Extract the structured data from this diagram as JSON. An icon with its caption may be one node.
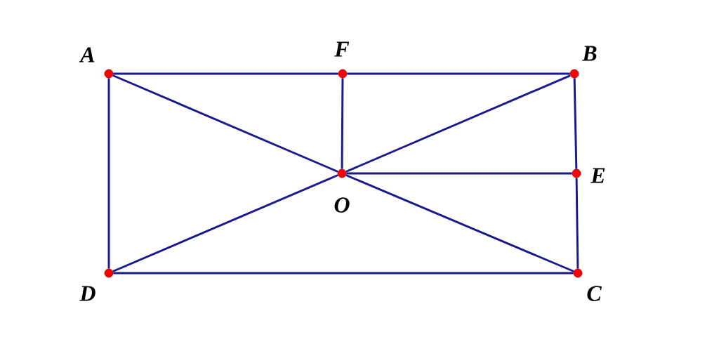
{
  "diagram": {
    "nodes": [
      {
        "text": [],
        "shape": "circle",
        "beside": [
          "A"
        ]
      },
      {
        "text": [],
        "shape": "circle",
        "beside": [
          "F"
        ]
      },
      {
        "text": [],
        "shape": "circle",
        "beside": [
          "B"
        ]
      },
      {
        "text": [],
        "shape": "circle",
        "beside": [
          "O"
        ]
      },
      {
        "text": [],
        "shape": "circle",
        "beside": [
          "E"
        ]
      },
      {
        "text": [],
        "shape": "circle",
        "beside": [
          "D"
        ]
      },
      {
        "text": [],
        "shape": "circle",
        "beside": [
          "C"
        ]
      }
    ],
    "edges": [
      {
        "from": 0,
        "to": 1,
        "arrow": "none"
      },
      {
        "from": 1,
        "to": 2,
        "arrow": "none"
      },
      {
        "from": 0,
        "to": 5,
        "arrow": "none"
      },
      {
        "from": 5,
        "to": 6,
        "arrow": "none"
      },
      {
        "from": 2,
        "to": 4,
        "arrow": "none"
      },
      {
        "from": 4,
        "to": 6,
        "arrow": "none"
      },
      {
        "from": 0,
        "to": 3,
        "arrow": "none"
      },
      {
        "from": 3,
        "to": 6,
        "arrow": "none"
      },
      {
        "from": 5,
        "to": 3,
        "arrow": "none"
      },
      {
        "from": 3,
        "to": 2,
        "arrow": "none"
      },
      {
        "from": 1,
        "to": 3,
        "arrow": "none"
      },
      {
        "from": 3,
        "to": 4,
        "arrow": "none"
      }
    ]
  }
}
